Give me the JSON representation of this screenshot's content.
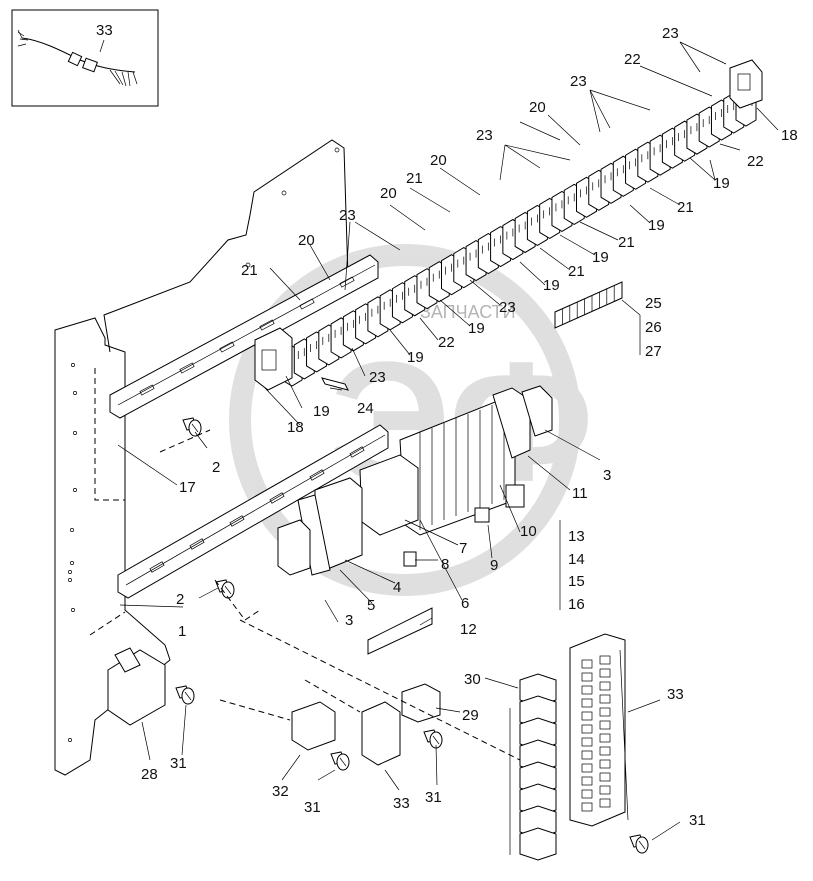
{
  "watermark": {
    "text": "ЗАПЧАСТИ",
    "logo_letters": "ЭФ"
  },
  "inset": {
    "label": "33"
  },
  "callouts": {
    "c_23_top": "23",
    "c_22_top": "22",
    "c_18_top": "18",
    "c_23_b": "23",
    "c_20_a": "20",
    "c_22_r": "22",
    "c_19_r1": "19",
    "c_23_c": "23",
    "c_21_r1": "21",
    "c_20_b": "20",
    "c_21_b": "21",
    "c_19_r2": "19",
    "c_20_c": "20",
    "c_21_r2": "21",
    "c_19_r3": "19",
    "c_23_d": "23",
    "c_20_d": "20",
    "c_21_c": "21",
    "c_21_r3": "21",
    "c_19_r4": "19",
    "c_23_e": "23",
    "c_19_m1": "19",
    "c_22_m": "22",
    "c_19_m2": "19",
    "c_23_m": "23",
    "c_24": "24",
    "c_19_l": "19",
    "c_18_l": "18",
    "c_2_a": "2",
    "c_17": "17",
    "c_25": "25",
    "c_26": "26",
    "c_27": "27",
    "c_3_r": "3",
    "c_11": "11",
    "c_10": "10",
    "c_13": "13",
    "c_14": "14",
    "c_15": "15",
    "c_16": "16",
    "c_7": "7",
    "c_8": "8",
    "c_9": "9",
    "c_4": "4",
    "c_6": "6",
    "c_5": "5",
    "c_2_b": "2",
    "c_1": "1",
    "c_3_l": "3",
    "c_12": "12",
    "c_30": "30",
    "c_29": "29",
    "c_33_r": "33",
    "c_28": "28",
    "c_31_a": "31",
    "c_32": "32",
    "c_31_b": "31",
    "c_33_b": "33",
    "c_31_c": "31",
    "c_31_d": "31"
  }
}
